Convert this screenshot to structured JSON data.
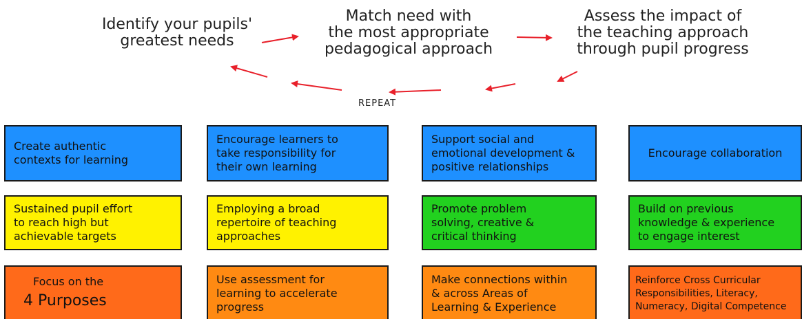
{
  "flow": {
    "steps": [
      "Identify your pupils'\ngreatest needs",
      "Match need with\nthe most appropriate\npedagogical approach",
      "Assess the impact of\nthe teaching approach\nthrough pupil progress"
    ],
    "repeat_label": "REPEAT",
    "arrow_color": "#e8202a"
  },
  "cards": {
    "row1": [
      "Create authentic\ncontexts for learning",
      "Encourage learners to\ntake responsibility for\ntheir own learning",
      "Support social and\nemotional development &\npositive relationships",
      "Encourage collaboration"
    ],
    "row2": [
      "Sustained pupil effort\nto reach high but\nachievable targets",
      "Employing a broad\nrepertoire of teaching\napproaches",
      "Promote problem\nsolving, creative &\ncritical thinking",
      "Build on previous\nknowledge & experience\nto engage interest"
    ],
    "row3": [
      "Focus on the",
      "4  Purposes",
      "Use assessment for\nlearning to accelerate\nprogress",
      "Make connections within\n& across Areas of\nLearning & Experience",
      "Reinforce Cross Curricular\nResponsibilities, Literacy,\nNumeracy, Digital Competence"
    ]
  },
  "colors": {
    "blue": "#1e90ff",
    "yellow": "#fff200",
    "green": "#22d11f",
    "orange": "#ff8a12",
    "orange_red": "#ff6a1a"
  }
}
